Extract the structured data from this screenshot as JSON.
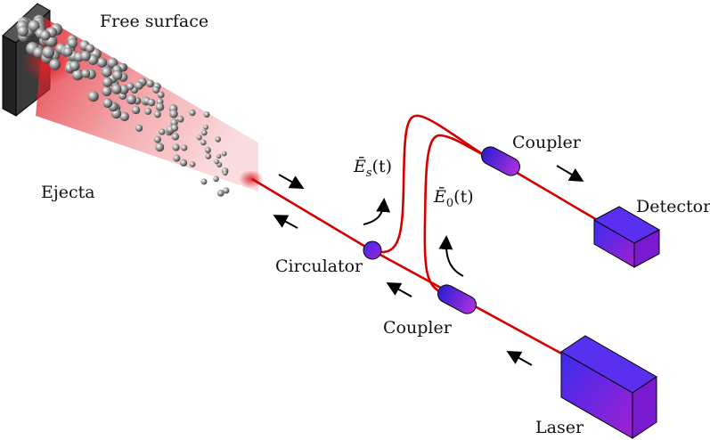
{
  "labels": {
    "free_surface": "Free surface",
    "ejecta": "Ejecta",
    "circulator": "Circulator",
    "coupler_lower": "Coupler",
    "coupler_upper": "Coupler",
    "detector": "Detector",
    "laser": "Laser",
    "field_s": "Ē",
    "field_s_sub": "s",
    "field_s_arg": "(t)",
    "field_0": "Ē",
    "field_0_sub": "0",
    "field_0_arg": "(t)"
  },
  "colors": {
    "fiber": "#d40000",
    "device": "#6a22e0",
    "wall": "#3a3a3a",
    "beam": "#e0202a"
  }
}
